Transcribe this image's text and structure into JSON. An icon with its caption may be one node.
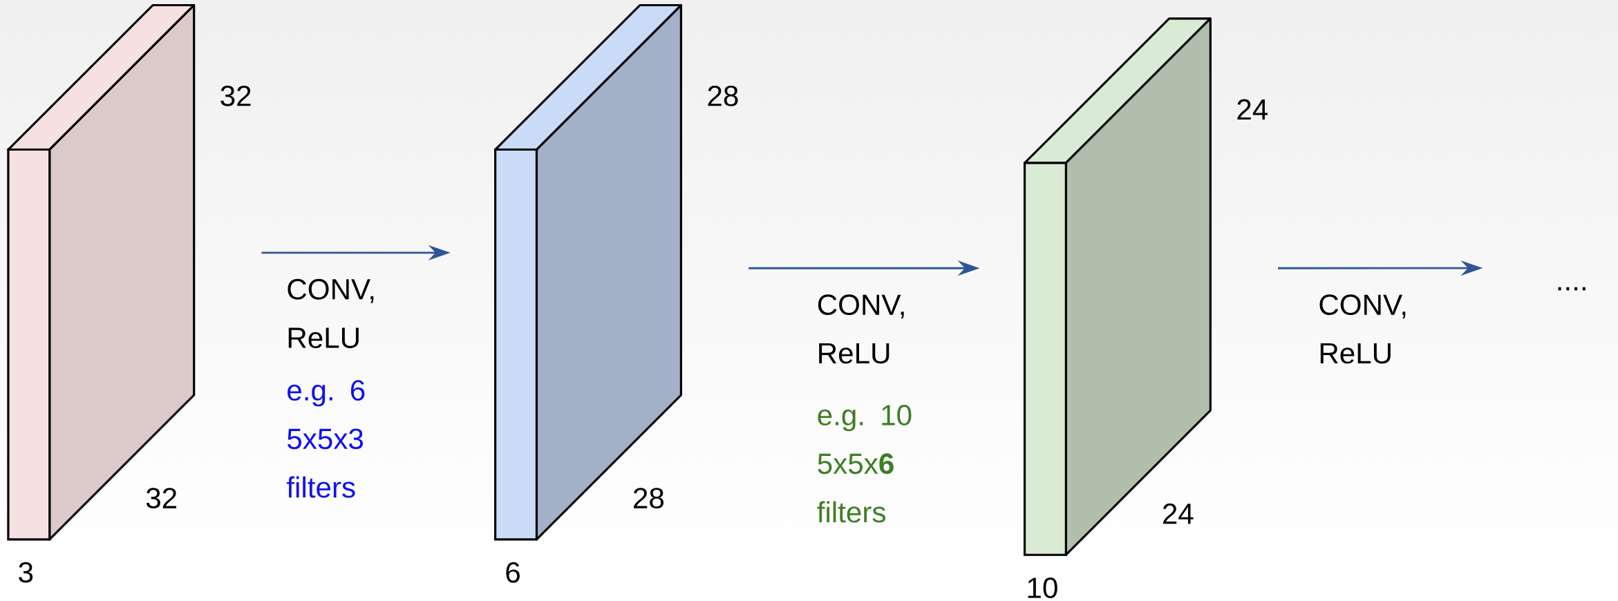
{
  "diagram": {
    "nodes": [
      {
        "text": [],
        "shape": "box",
        "beside": [
          "32",
          "32",
          "3"
        ]
      },
      {
        "text": [],
        "shape": "box",
        "beside": [
          "28",
          "28",
          "6"
        ]
      },
      {
        "text": [],
        "shape": "box",
        "beside": [
          "24",
          "24",
          "10"
        ]
      },
      {
        "text": [
          "...."
        ]
      }
    ],
    "edges": [
      {
        "from": 0,
        "to": 1,
        "arrow": "to",
        "label": "CONV, ReLU"
      },
      {
        "from": 1,
        "to": 2,
        "arrow": "to",
        "label": "CONV, ReLU"
      },
      {
        "from": 2,
        "to": 3,
        "arrow": "to",
        "label": "CONV, ReLU"
      }
    ],
    "labels": [
      "e.g. 6 5x5x3 filters",
      "e.g. 10 5x5x**6** filters"
    ]
  }
}
